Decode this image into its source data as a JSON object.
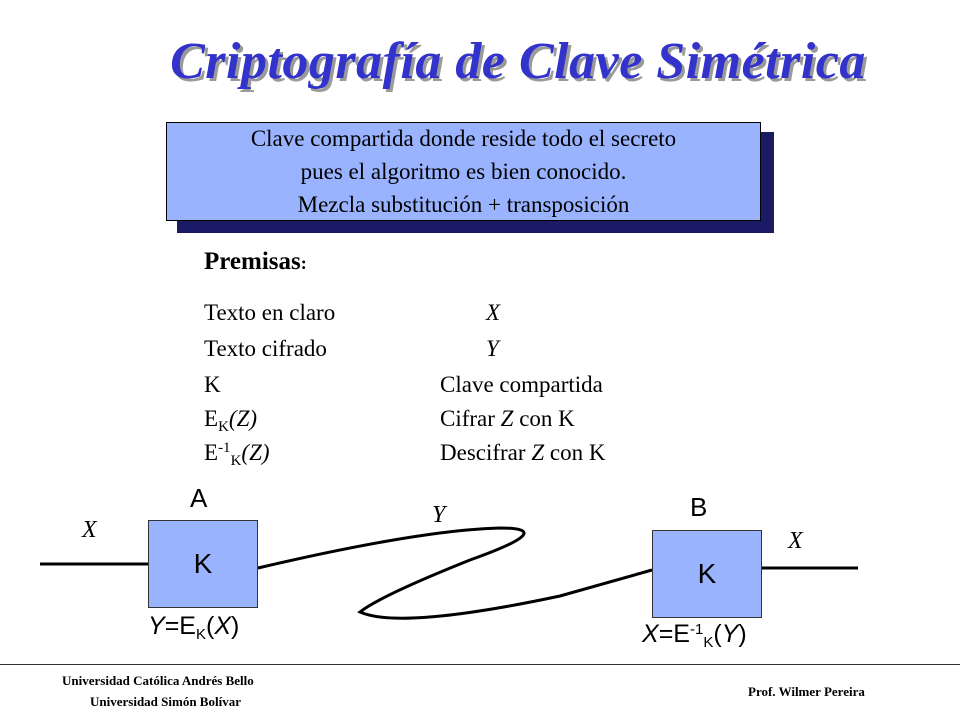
{
  "title": "Criptografía de Clave Simétrica",
  "info_box": {
    "line1": "Clave compartida donde reside todo el secreto",
    "line2": "pues el algoritmo es bien conocido.",
    "line3": "Mezcla substitución + transposición"
  },
  "premisas": {
    "label": "Premisas",
    "colon": ":"
  },
  "rows": [
    {
      "term": "Texto en claro",
      "value": "X"
    },
    {
      "term": "Texto cifrado",
      "value": "Y"
    },
    {
      "term": "K",
      "value": "Clave compartida"
    },
    {
      "term_base": "E",
      "term_sub": "K",
      "term_arg": "(Z)",
      "value_pre": "Cifrar ",
      "value_var": "Z",
      "value_post": " con K"
    },
    {
      "term_base": "E",
      "term_sup": "-1",
      "term_sub": "K",
      "term_arg": "(Z)",
      "value_pre": "Descifrar ",
      "value_var": "Z",
      "value_post": " con K"
    }
  ],
  "diagram": {
    "node_a": {
      "label": "A",
      "key": "K",
      "input": "X",
      "formula_lhs": "Y",
      "formula_eq": "=E",
      "formula_sub": "K",
      "formula_arg": "(X)"
    },
    "channel": "Y",
    "node_b": {
      "label": "B",
      "key": "K",
      "output": "X",
      "formula_lhs": "X",
      "formula_eq": "=E",
      "formula_sup": "-1",
      "formula_sub": "K",
      "formula_arg": "(Y)"
    }
  },
  "footer": {
    "uni1": "Universidad Católica Andrés Bello",
    "uni2": "Universidad Simón Bolívar",
    "prof": "Prof. Wilmer Pereira"
  },
  "colors": {
    "title": "#3333cc",
    "box_fill": "#99b3ff",
    "box_shadow": "#1a1a66"
  }
}
